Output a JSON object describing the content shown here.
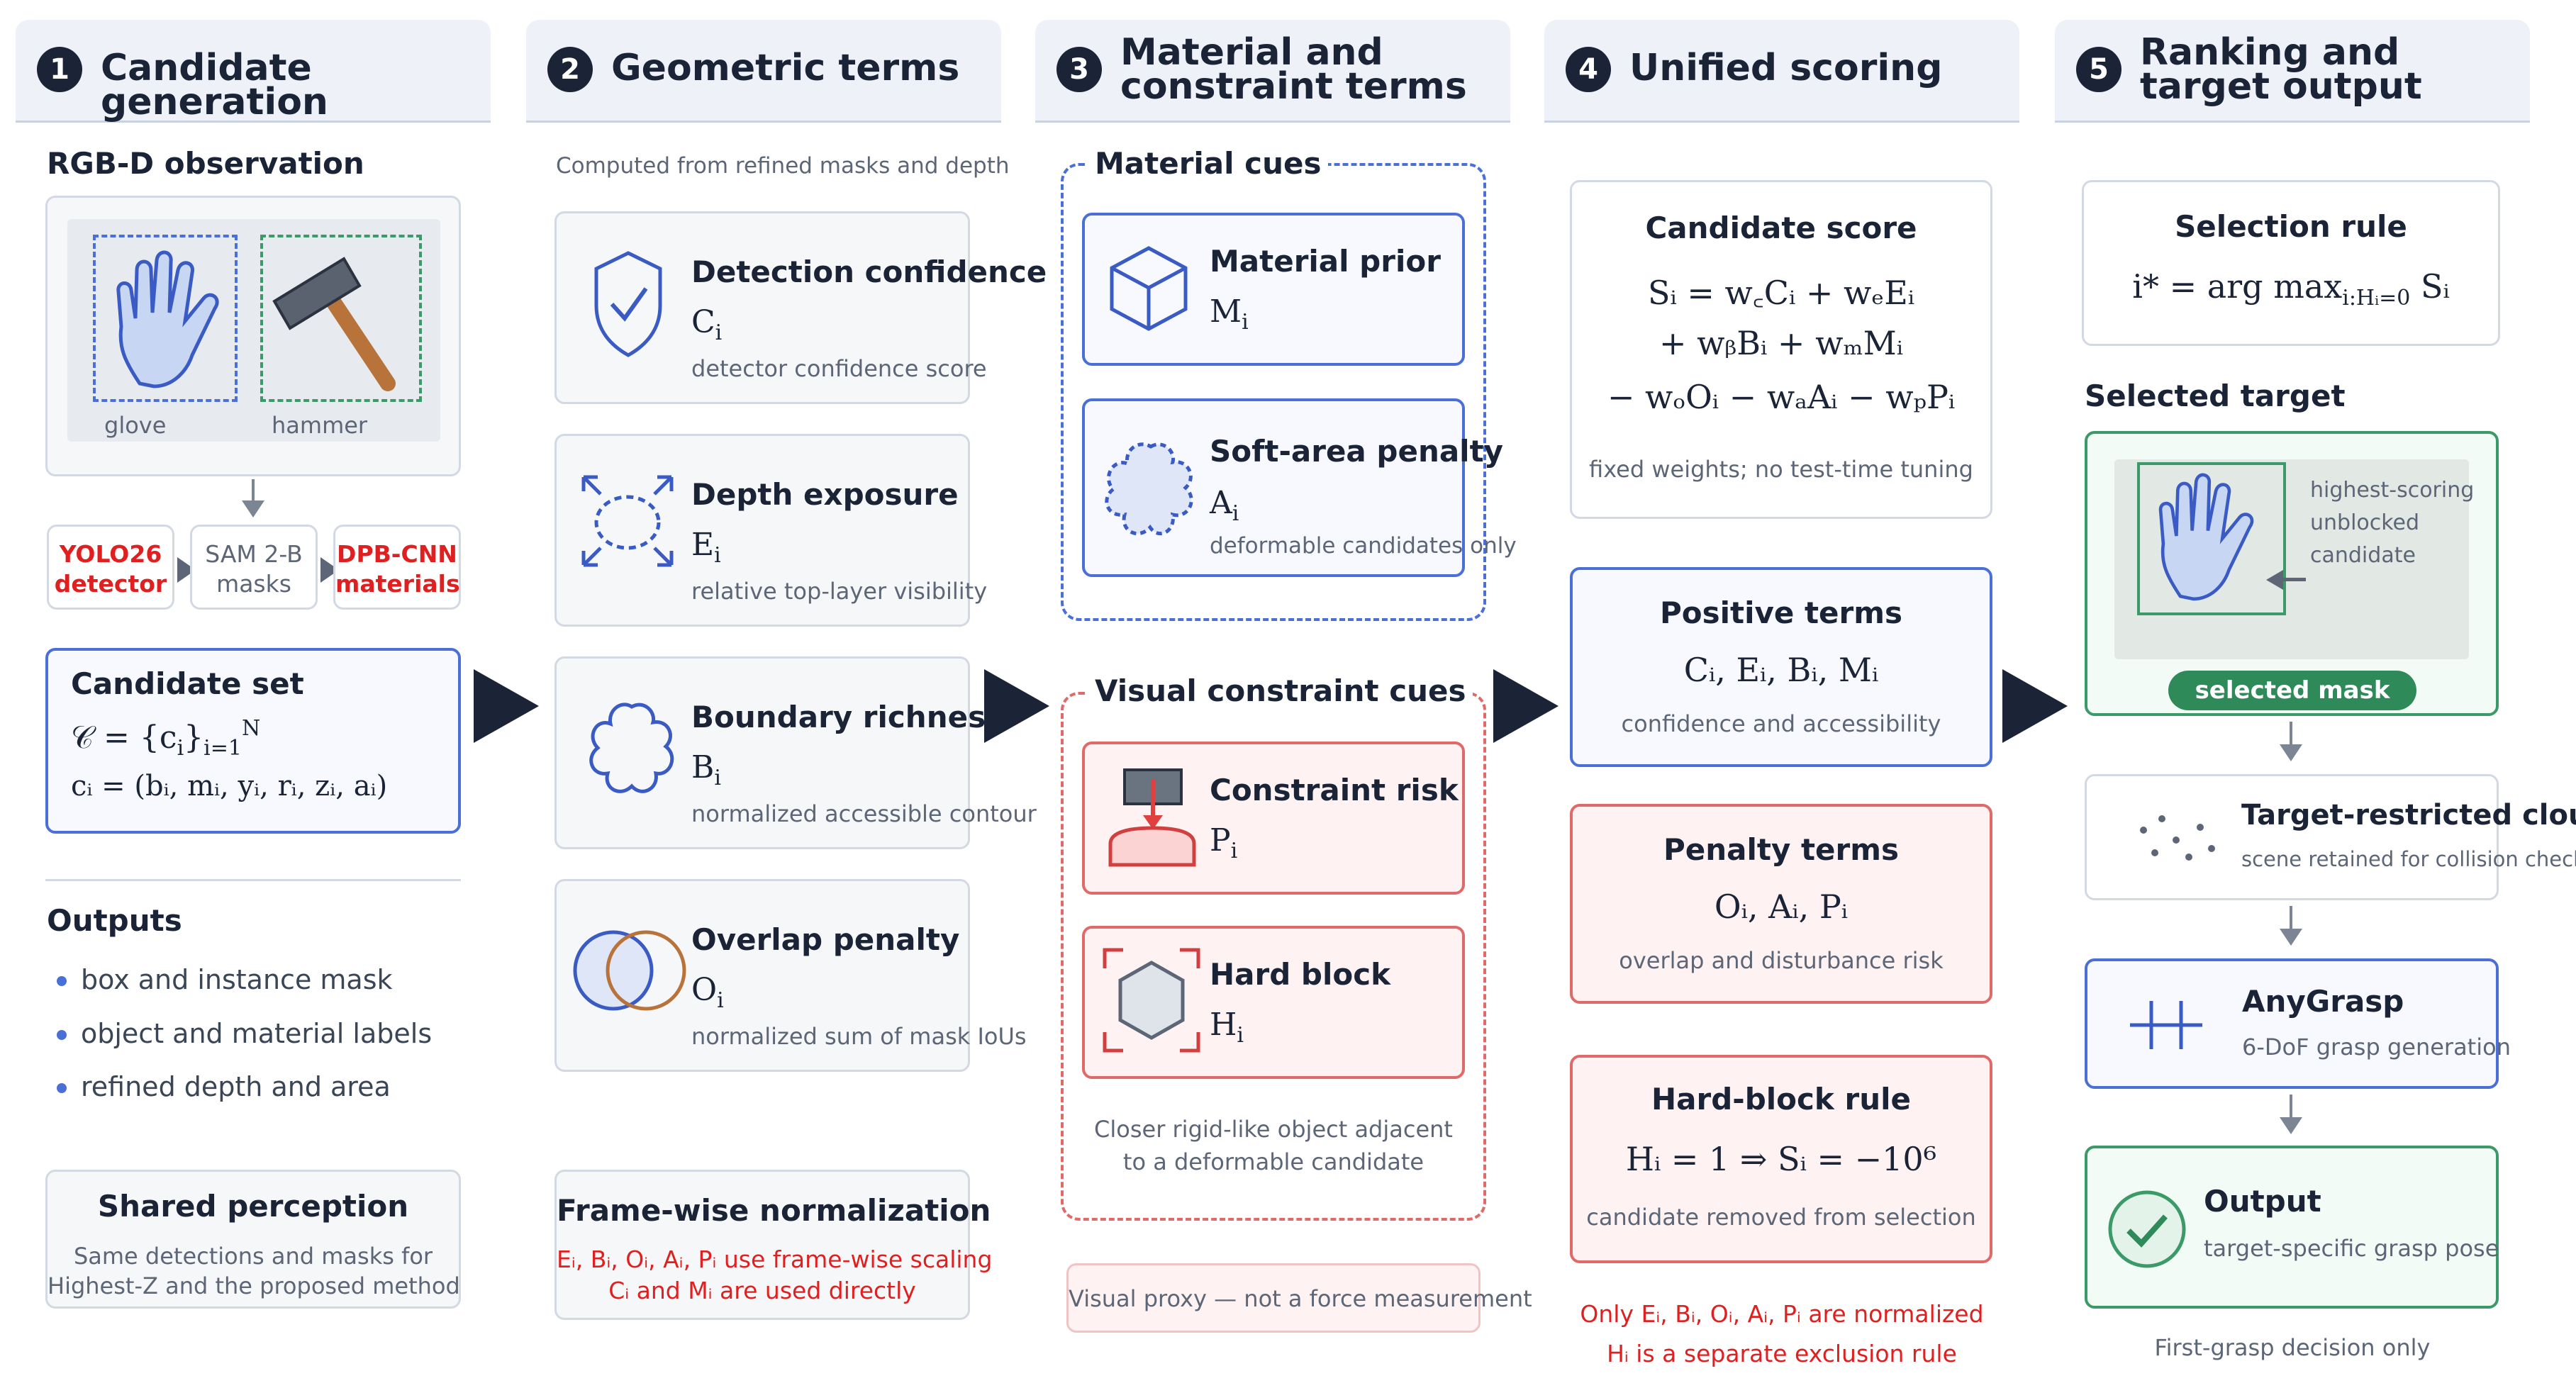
{
  "columns": [
    {
      "num": "1",
      "title": "Candidate generation"
    },
    {
      "num": "2",
      "title": "Geometric terms"
    },
    {
      "num": "3",
      "title": "Material and\nconstraint terms"
    },
    {
      "num": "4",
      "title": "Unified scoring"
    },
    {
      "num": "5",
      "title": "Ranking and\ntarget output"
    }
  ],
  "col1": {
    "obs_title": "RGB-D observation",
    "glove_label": "glove",
    "hammer_label": "hammer",
    "pipeline": [
      "YOLO26\ndetector",
      "SAM 2-B\nmasks",
      "DPB-CNN\nmaterials"
    ],
    "cand_title": "Candidate set",
    "cand_set": "𝒞 = {c",
    "cand_set_sub": "i",
    "cand_set_tail": "}",
    "cand_set_sub2": "i=1",
    "cand_set_sup": "N",
    "cand_tuple": "cᵢ = (bᵢ, mᵢ, yᵢ, rᵢ, zᵢ, aᵢ)",
    "outputs_title": "Outputs",
    "outputs": [
      "box and instance mask",
      "object and material labels",
      "refined depth and area"
    ],
    "shared_title": "Shared perception",
    "shared_note1": "Same detections and masks for",
    "shared_note2": "Highest-Z and the proposed method"
  },
  "col2": {
    "intro": "Computed from refined masks and depth",
    "items": [
      {
        "title": "Detection confidence",
        "sym": "C",
        "note": "detector confidence score"
      },
      {
        "title": "Depth exposure",
        "sym": "E",
        "note": "relative top-layer visibility"
      },
      {
        "title": "Boundary richness",
        "sym": "B",
        "note": "normalized accessible contour"
      },
      {
        "title": "Overlap penalty",
        "sym": "O",
        "note": "normalized sum of mask IoUs"
      }
    ],
    "norm_title": "Frame-wise normalization",
    "norm_line1": "Eᵢ, Bᵢ, Oᵢ, Aᵢ, Pᵢ use frame-wise scaling",
    "norm_line2": "Cᵢ and Mᵢ are used directly"
  },
  "col3": {
    "material_group": "Material cues",
    "material_prior": "Material prior",
    "material_sym": "M",
    "soft_title": "Soft-area penalty",
    "soft_sym": "A",
    "soft_note": "deformable candidates only",
    "visual_group": "Visual constraint cues",
    "risk_title": "Constraint risk",
    "risk_sym": "P",
    "block_title": "Hard block",
    "block_sym": "H",
    "visual_note1": "Closer rigid-like object adjacent",
    "visual_note2": "to a deformable candidate",
    "proxy_note": "Visual proxy — not a force measurement"
  },
  "col4": {
    "score_title": "Candidate score",
    "eq1": "Sᵢ = w꜀Cᵢ + wₑEᵢ",
    "eq2": "+ wᵦBᵢ + wₘMᵢ",
    "eq3": "− wₒOᵢ − wₐAᵢ − wₚPᵢ",
    "score_note": "fixed weights; no test-time tuning",
    "pos_title": "Positive terms",
    "pos_syms": "Cᵢ, Eᵢ, Bᵢ, Mᵢ",
    "pos_note": "confidence and accessibility",
    "pen_title": "Penalty terms",
    "pen_syms": "Oᵢ, Aᵢ, Pᵢ",
    "pen_note": "overlap and disturbance risk",
    "hb_title": "Hard-block rule",
    "hb_eq": "Hᵢ = 1 ⇒ Sᵢ = −10⁶",
    "hb_note": "candidate removed from selection",
    "red1": "Only Eᵢ, Bᵢ, Oᵢ, Aᵢ, Pᵢ are normalized",
    "red2": "Hᵢ is a separate exclusion rule"
  },
  "col5": {
    "rule_title": "Selection rule",
    "rule_eq_head": "i* = arg max",
    "rule_eq_sub": "i:Hᵢ=0",
    "rule_eq_tail": " Sᵢ",
    "sel_title": "Selected target",
    "sel_note1": "highest-scoring",
    "sel_note2": "unblocked",
    "sel_note3": "candidate",
    "sel_mask": "selected mask",
    "cloud_title": "Target-restricted cloud",
    "cloud_note": "scene retained for collision checks",
    "any_title": "AnyGrasp",
    "any_note": "6-DoF grasp generation",
    "out_title": "Output",
    "out_note": "target-specific grasp pose",
    "footer": "First-grasp decision only"
  },
  "colors": {
    "navy": "#1a2436",
    "blue": "#4a6fd6",
    "red": "#e06a6a",
    "green": "#3b9a68",
    "alert_red": "#e02020"
  }
}
